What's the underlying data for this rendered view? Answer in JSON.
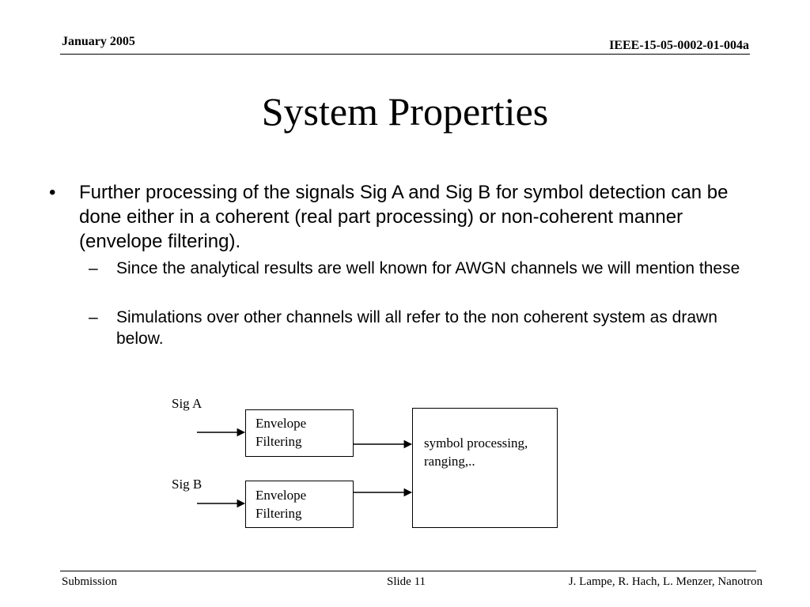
{
  "header": {
    "date": "January 2005",
    "doc_id": "IEEE-15-05-0002-01-004a"
  },
  "title": "System Properties",
  "bullets": {
    "main": "Further processing of the signals Sig A and Sig B for symbol detection can be done either in a coherent (real part processing) or non-coherent manner (envelope filtering).",
    "main_mark": "•",
    "sub_mark": "–",
    "sub": [
      "Since the analytical results are well known for AWGN channels we will mention these",
      "Simulations over other channels will all refer to the non coherent system as drawn below."
    ]
  },
  "diagram": {
    "sig_a_label": "Sig A",
    "sig_b_label": "Sig B",
    "filter_a": "Envelope Filtering",
    "filter_b": "Envelope Filtering",
    "processor": "symbol processing, ranging,.."
  },
  "footer": {
    "left": "Submission",
    "center": "Slide 11",
    "right": "J. Lampe, R. Hach, L. Menzer, Nanotron"
  }
}
